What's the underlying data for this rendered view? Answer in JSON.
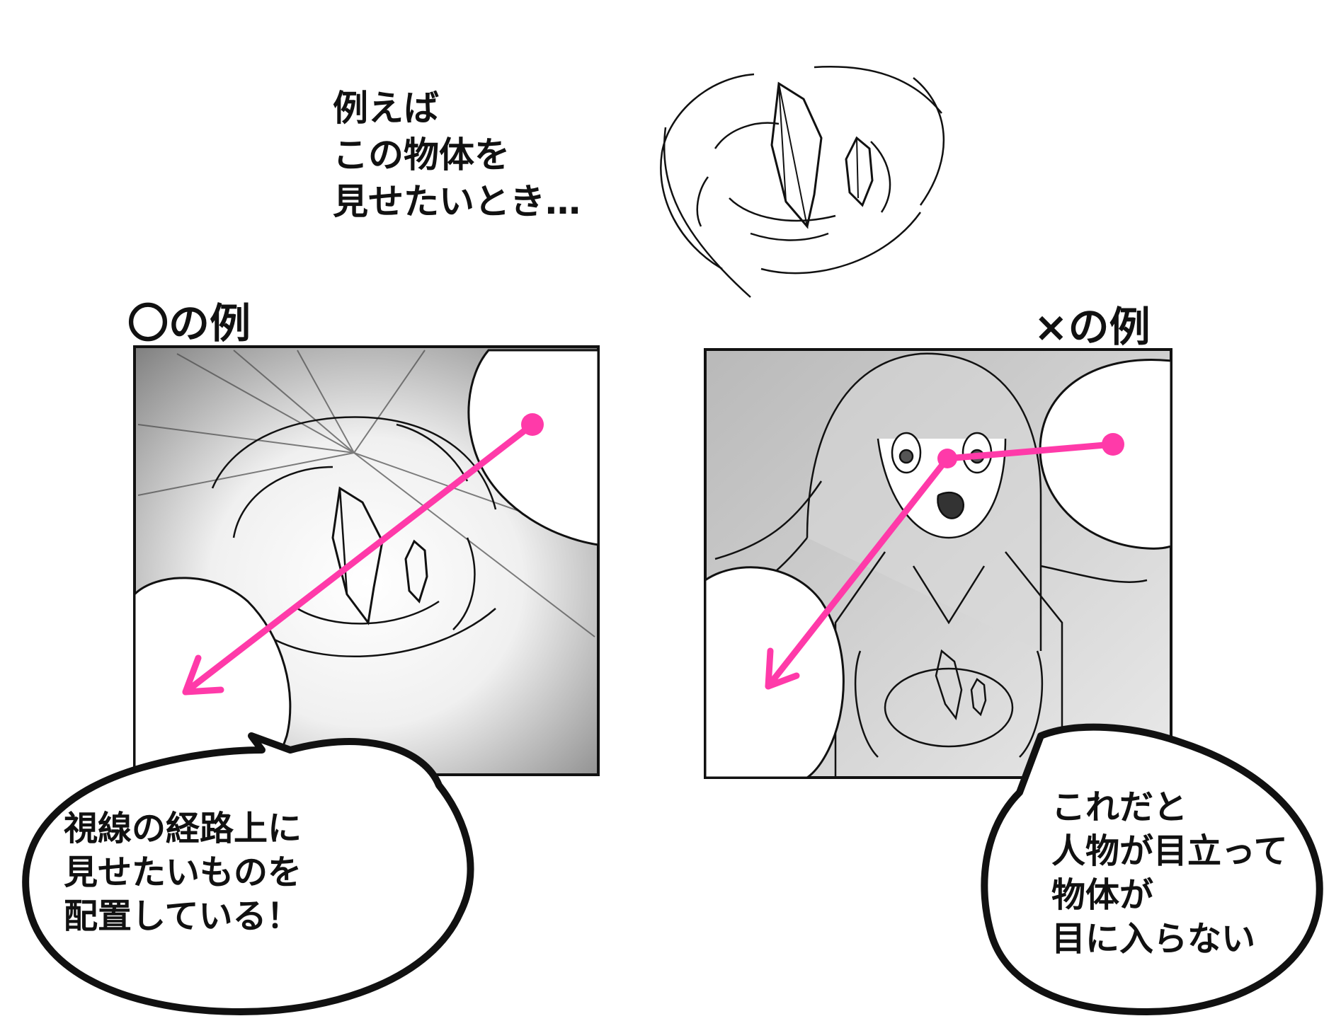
{
  "intro": {
    "text": "例えば\nこの物体を\n見せたいとき…"
  },
  "good_example": {
    "heading": "〇の例",
    "bubble_text": "視線の経路上に\n見せたいものを\n配置している！"
  },
  "bad_example": {
    "heading": "×の例",
    "bubble_text": "これだと\n人物が目立って\n物体が\n目に入らない"
  },
  "colors": {
    "gaze_arrow": "#ff3aa9",
    "ink": "#111111",
    "screentone": "#8a8a8a"
  }
}
